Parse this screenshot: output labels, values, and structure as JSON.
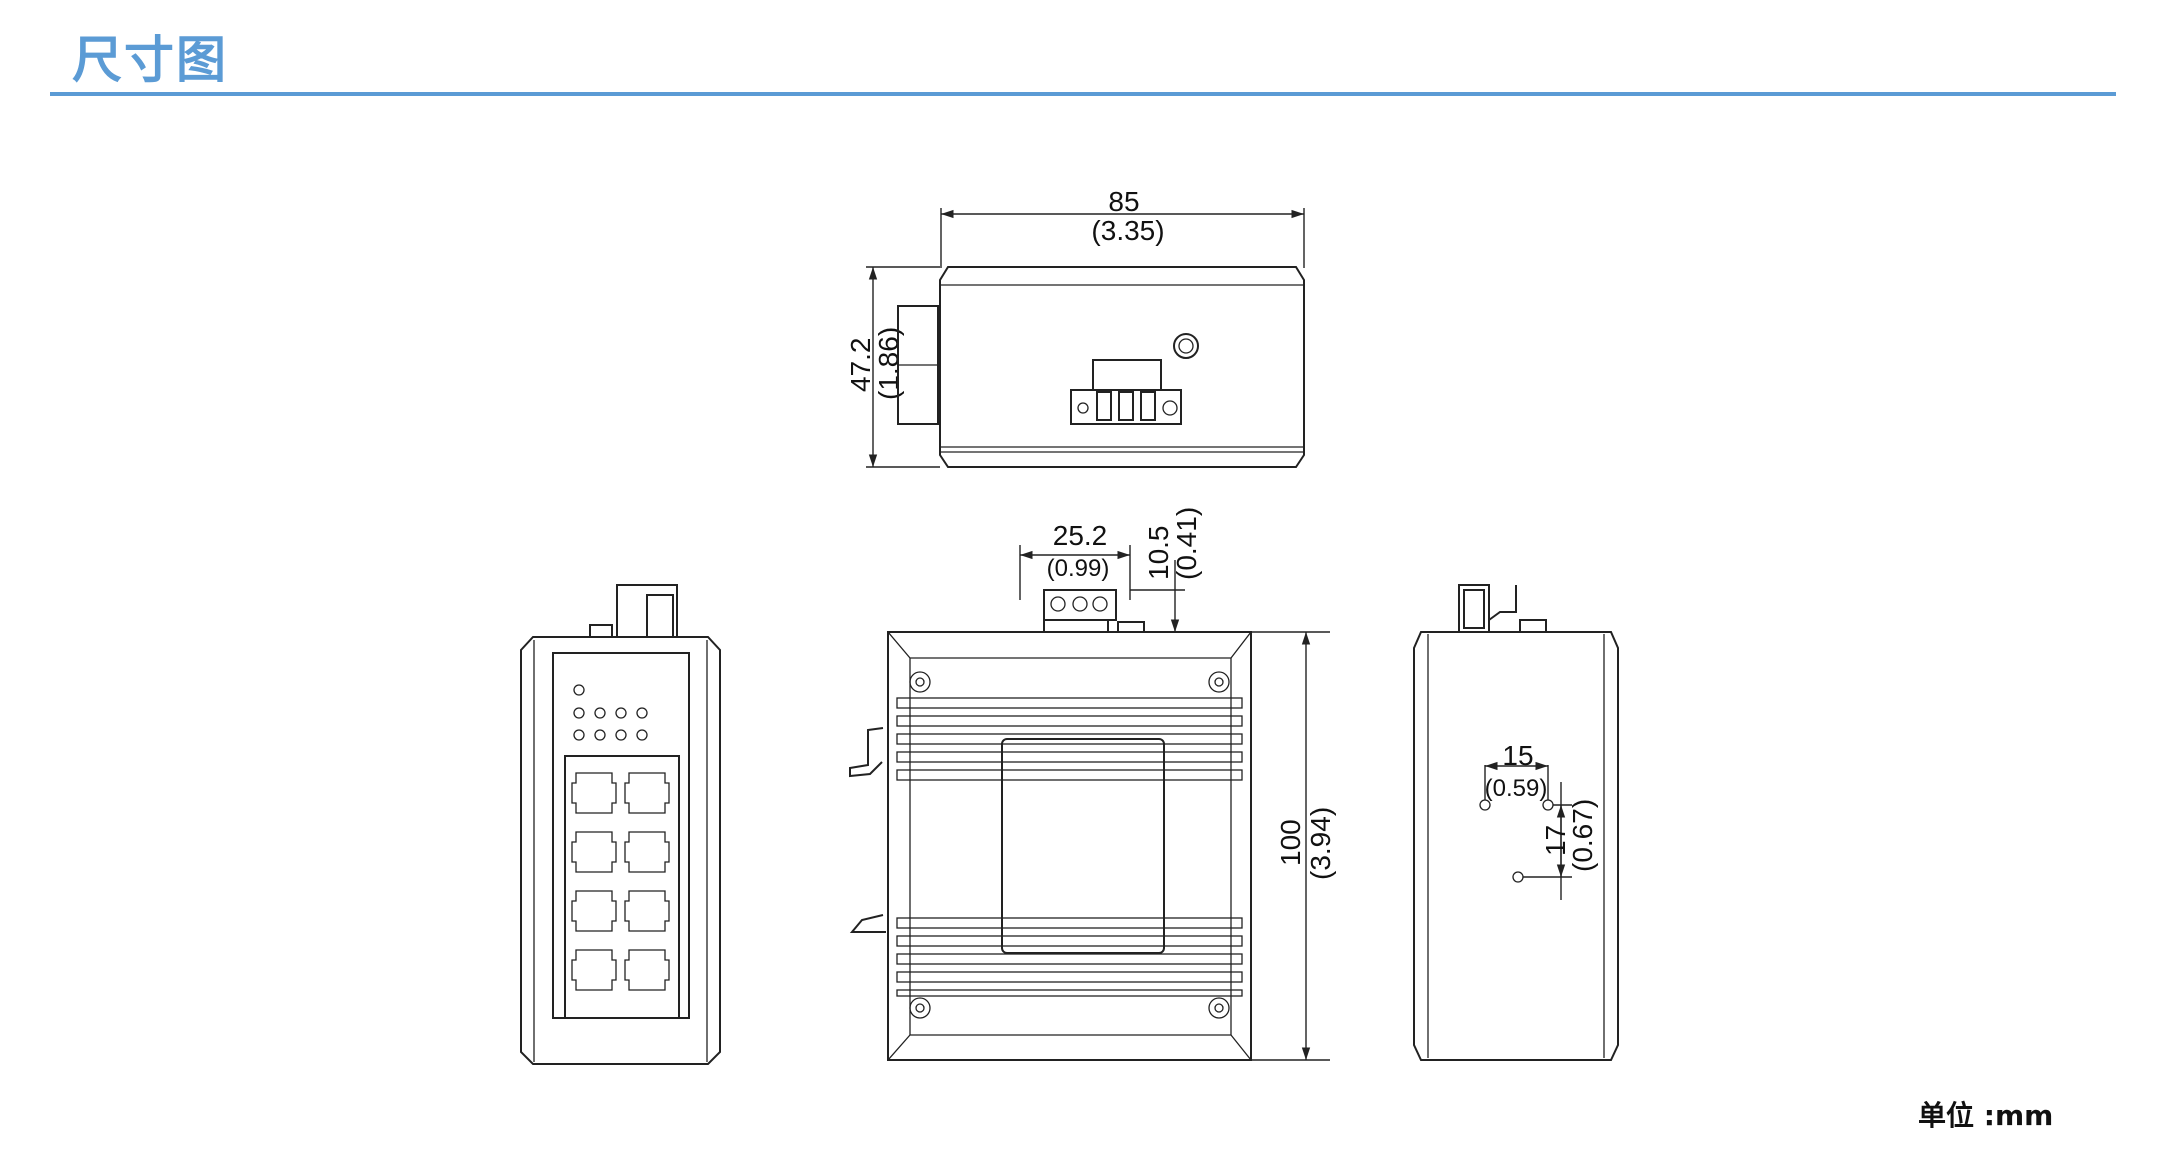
{
  "header": {
    "title": "尺寸图"
  },
  "dimensions": {
    "width_mm": "85",
    "width_in": "(3.35)",
    "depth_mm": "47.2",
    "depth_in": "(1.86)",
    "terminal_width_mm": "25.2",
    "terminal_width_in": "(0.99)",
    "terminal_height_mm": "10.5",
    "terminal_height_in": "(0.41)",
    "height_mm": "100",
    "height_in": "(3.94)",
    "hole_spacing_h_mm": "15",
    "hole_spacing_h_in": "(0.59)",
    "hole_spacing_v_mm": "17",
    "hole_spacing_v_in": "(0.67)"
  },
  "footer": {
    "unit_label": "单位 :mm"
  },
  "colors": {
    "accent": "#5b9bd5",
    "line": "#222222"
  }
}
